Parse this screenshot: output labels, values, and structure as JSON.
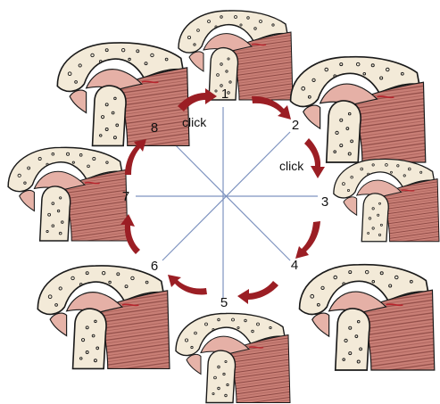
{
  "cycle": {
    "positions": [
      {
        "number": "1",
        "label": ""
      },
      {
        "number": "2",
        "label": "click"
      },
      {
        "number": "3",
        "label": ""
      },
      {
        "number": "4",
        "label": ""
      },
      {
        "number": "5",
        "label": ""
      },
      {
        "number": "6",
        "label": ""
      },
      {
        "number": "7",
        "label": ""
      },
      {
        "number": "8",
        "label": "click"
      }
    ]
  },
  "colors": {
    "bone": "#f3ead8",
    "outline": "#1a1a1a",
    "muscle": "#c97f76",
    "muscle_stripe": "#8e4a45",
    "disc": "#e5b0a6",
    "tissue_pink": "#e6b3a8",
    "arrow": "#9b1e24",
    "spoke": "#7f94c0",
    "ligament": "#b8262e"
  },
  "icons": {
    "joint": "tmj-cross-section-illustration",
    "arrow": "curved-arrow-icon"
  }
}
